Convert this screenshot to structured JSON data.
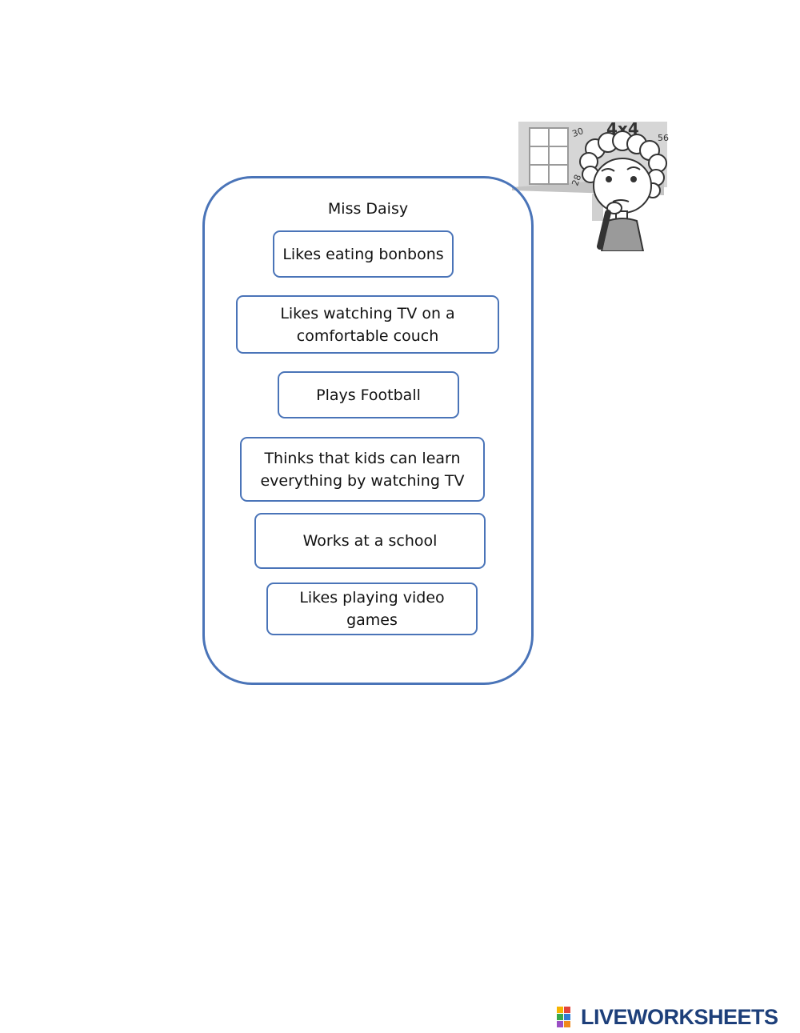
{
  "card": {
    "title": "Miss Daisy",
    "items": [
      {
        "label": "Likes eating bonbons"
      },
      {
        "label": "Likes watching TV on a comfortable couch"
      },
      {
        "label": "Plays Football"
      },
      {
        "label": "Thinks that kids can learn everything by watching TV"
      },
      {
        "label": "Works at a school"
      },
      {
        "label": "Likes playing video games"
      }
    ]
  },
  "illustration": {
    "icon": "teacher-illustration",
    "board_text": [
      "4x4",
      "30",
      "28",
      "56"
    ]
  },
  "footer": {
    "logo_text": "LIVEWORKSHEETS",
    "logo_icon": "liveworksheets-logo-icon"
  },
  "colors": {
    "accent": "#4a74b8",
    "logo": "#1d3f7a"
  }
}
